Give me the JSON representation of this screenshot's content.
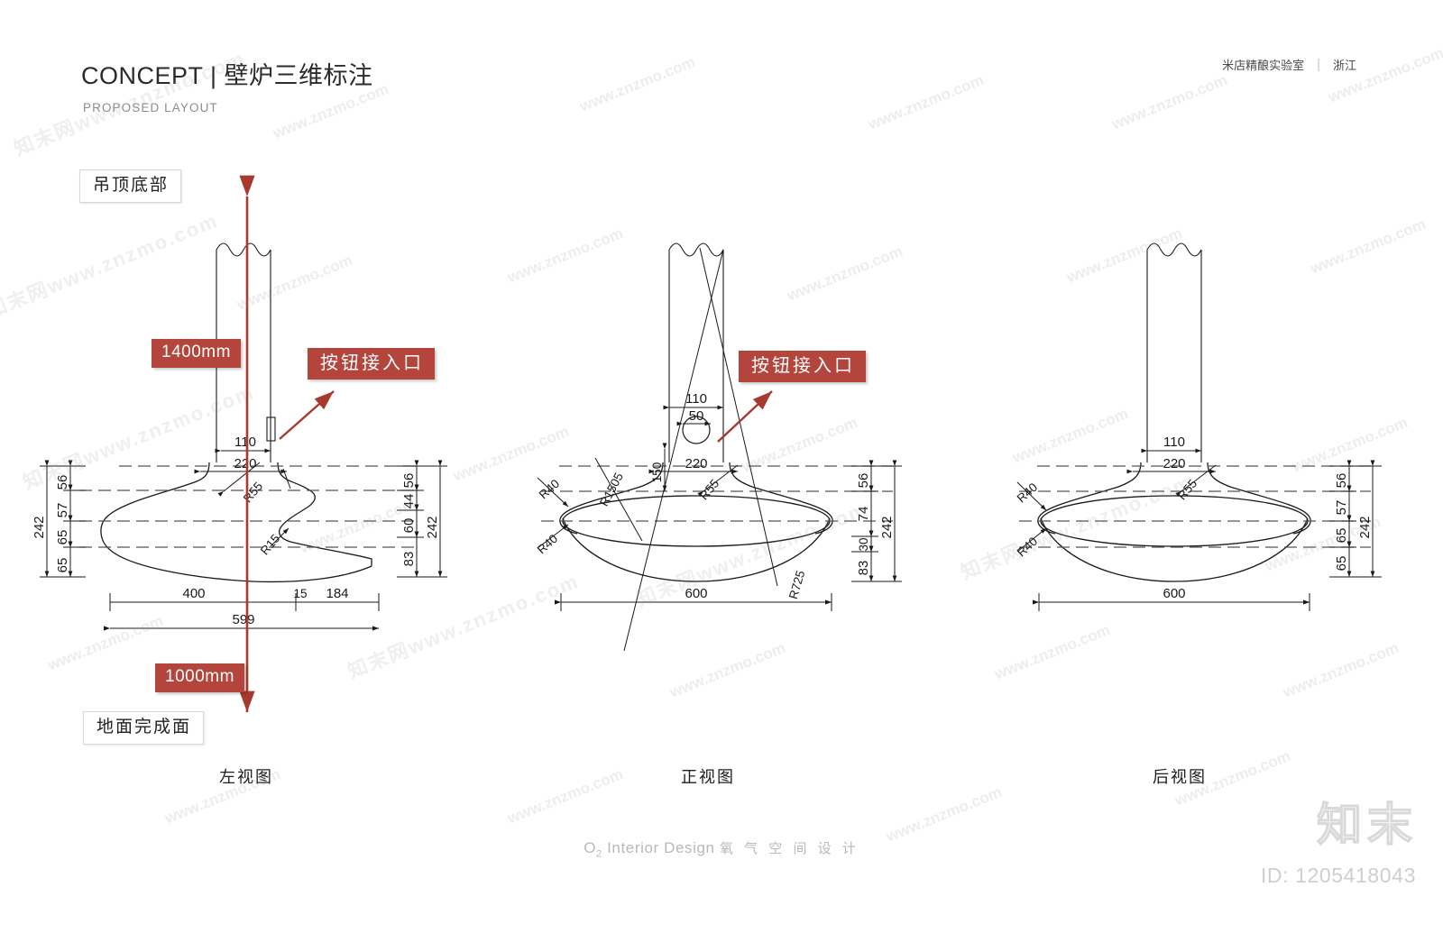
{
  "header": {
    "title": "CONCEPT | 壁炉三维标注",
    "subtitle": "PROPOSED LAYOUT",
    "project": "米店精酿实验室",
    "separator": "|",
    "location": "浙江"
  },
  "annotations": {
    "ceiling_label": "吊顶底部",
    "floor_label": "地面完成面",
    "height_top": "1400mm",
    "height_bottom": "1000mm",
    "button_access_left": "按钮接入口",
    "button_access_front": "按钮接入口"
  },
  "views": [
    {
      "id": "left-view",
      "caption": "左视图",
      "dims_left": [
        "242",
        "56",
        "57",
        "65",
        "65"
      ],
      "dims_right": [
        "56",
        "44",
        "60",
        "83",
        "242"
      ],
      "dims_bottom": [
        "400",
        "15",
        "184",
        "599"
      ],
      "dims_top": [
        "110",
        "220"
      ],
      "radii": [
        "R55",
        "R15"
      ]
    },
    {
      "id": "front-view",
      "caption": "正视图",
      "dims_top": [
        "110",
        "50",
        "220"
      ],
      "dims_left": [
        "150"
      ],
      "dims_right": [
        "56",
        "74",
        "30",
        "83",
        "242"
      ],
      "dims_bottom": [
        "600"
      ],
      "radii": [
        "R40",
        "R40",
        "R1505",
        "R55",
        "R725"
      ]
    },
    {
      "id": "rear-view",
      "caption": "后视图",
      "dims_top": [
        "110",
        "220"
      ],
      "dims_right": [
        "56",
        "57",
        "65",
        "65",
        "242"
      ],
      "dims_bottom": [
        "600"
      ],
      "radii": [
        "R40",
        "R40",
        "R55"
      ]
    }
  ],
  "footer": {
    "logo_mark": "O",
    "logo_sub": "2",
    "logo_en": "Interior Design",
    "logo_cn": "氧 气 空 间 设 计"
  },
  "watermark": {
    "logo_cn": "知末",
    "id_text": "ID: 1205418043",
    "tile_en": "www.znzmo.com",
    "tile_cn": "知末网www.znzmo.com"
  },
  "colors": {
    "accent_red": "#b3453d",
    "arrow_red": "#a8392f",
    "line": "#1a1a1a",
    "muted": "#8d8d8d"
  }
}
